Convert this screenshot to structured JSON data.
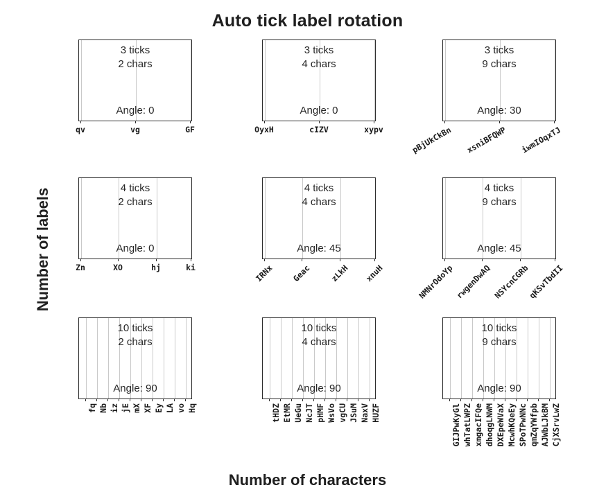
{
  "figure": {
    "title": "Auto tick label rotation",
    "xlabel": "Number of characters",
    "ylabel": "Number of labels"
  },
  "chart_data": {
    "type": "table",
    "title": "Auto tick label rotation",
    "xlabel": "Number of characters",
    "ylabel": "Number of labels",
    "grid": true,
    "legend": "none",
    "rows_meaning": "number of tick labels",
    "cols_meaning": "number of characters per label",
    "subplots": [
      {
        "row": 0,
        "col": 0,
        "n_ticks": 3,
        "n_chars": 2,
        "angle": 0,
        "ticks_text": "3 ticks",
        "chars_text": "2 chars",
        "angle_text": "Angle: 0",
        "ticklabels": [
          "qv",
          "vg",
          "GF"
        ]
      },
      {
        "row": 0,
        "col": 1,
        "n_ticks": 3,
        "n_chars": 4,
        "angle": 0,
        "ticks_text": "3 ticks",
        "chars_text": "4 chars",
        "angle_text": "Angle: 0",
        "ticklabels": [
          "OyxH",
          "cIZV",
          "xypv"
        ]
      },
      {
        "row": 0,
        "col": 2,
        "n_ticks": 3,
        "n_chars": 9,
        "angle": 30,
        "ticks_text": "3 ticks",
        "chars_text": "9 chars",
        "angle_text": "Angle: 30",
        "ticklabels": [
          "pBjUkCkBn",
          "xsniBFQWP",
          "iwmIOqxTJ"
        ]
      },
      {
        "row": 1,
        "col": 0,
        "n_ticks": 4,
        "n_chars": 2,
        "angle": 0,
        "ticks_text": "4 ticks",
        "chars_text": "2 chars",
        "angle_text": "Angle: 0",
        "ticklabels": [
          "Zn",
          "XO",
          "hj",
          "ki"
        ]
      },
      {
        "row": 1,
        "col": 1,
        "n_ticks": 4,
        "n_chars": 4,
        "angle": 45,
        "ticks_text": "4 ticks",
        "chars_text": "4 chars",
        "angle_text": "Angle: 45",
        "ticklabels": [
          "IRNx",
          "Geac",
          "zLkH",
          "xnuH"
        ]
      },
      {
        "row": 1,
        "col": 2,
        "n_ticks": 4,
        "n_chars": 9,
        "angle": 45,
        "ticks_text": "4 ticks",
        "chars_text": "9 chars",
        "angle_text": "Angle: 45",
        "ticklabels": [
          "NMNrOdoYp",
          "rwgenDwAQ",
          "NSYcnCGRb",
          "qKSvTbdII"
        ]
      },
      {
        "row": 2,
        "col": 0,
        "n_ticks": 10,
        "n_chars": 2,
        "angle": 90,
        "ticks_text": "10 ticks",
        "chars_text": "2 chars",
        "angle_text": "Angle: 90",
        "ticklabels": [
          "fq",
          "Nb",
          "iz",
          "jE",
          "mX",
          "XF",
          "Ey",
          "LA",
          "vo",
          "Hq"
        ]
      },
      {
        "row": 2,
        "col": 1,
        "n_ticks": 10,
        "n_chars": 4,
        "angle": 90,
        "ticks_text": "10 ticks",
        "chars_text": "4 chars",
        "angle_text": "Angle: 90",
        "ticklabels": [
          "tHDZ",
          "EtMR",
          "UeGu",
          "NcJT",
          "pHMF",
          "WsVo",
          "vgCU",
          "JSuM",
          "NaxV",
          "HUZF"
        ]
      },
      {
        "row": 2,
        "col": 2,
        "n_ticks": 10,
        "n_chars": 9,
        "angle": 90,
        "ticks_text": "10 ticks",
        "chars_text": "9 chars",
        "angle_text": "Angle: 90",
        "ticklabels": [
          "GIJPwKyGl",
          "whTatLWPZ",
          "xmgacIFQe",
          "dhoqgLNWM",
          "DXEpeWVaX",
          "McwhKQeEy",
          "SPoTPwNNc",
          "qmZqYWfpb",
          "AJWbLJkBM",
          "CjXSrvLwZ"
        ]
      }
    ]
  },
  "colors": {
    "axis": "#2b2b2b",
    "grid": "#c9c9c9",
    "text": "#262626",
    "background": "#ffffff"
  }
}
